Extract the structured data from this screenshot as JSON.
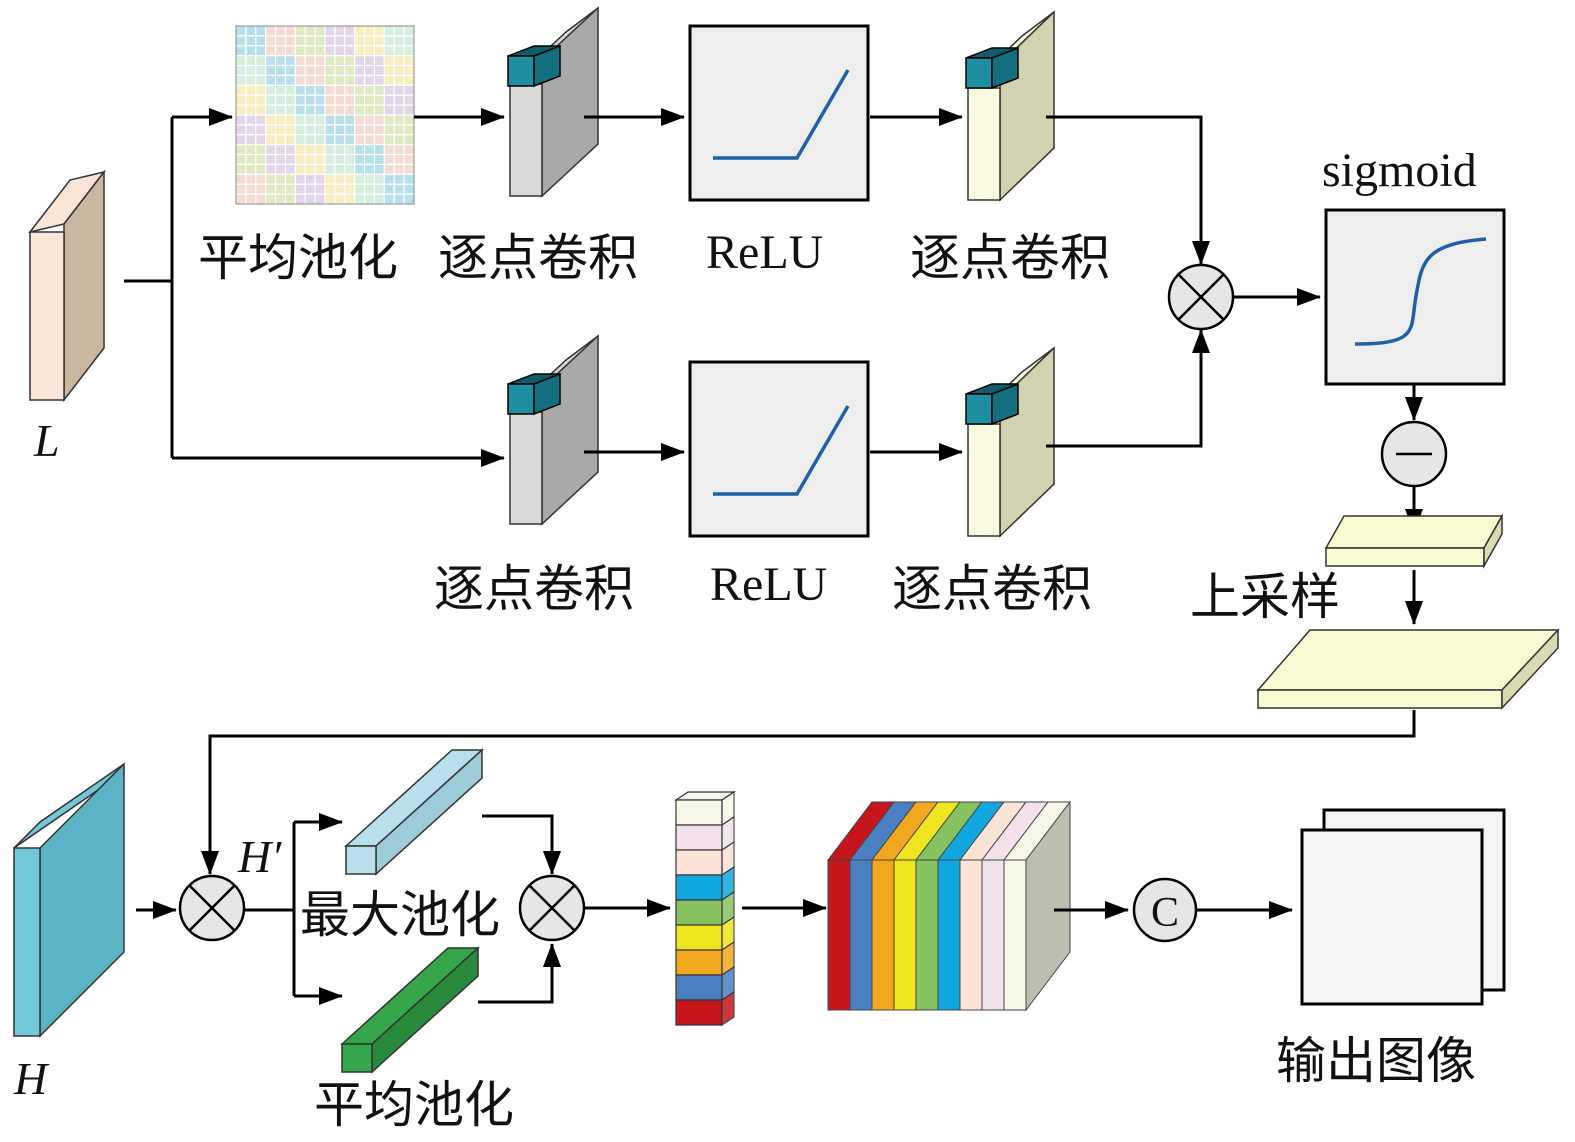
{
  "labels": {
    "input_l": "L",
    "input_h": "H",
    "h_prime": "H′",
    "top_avg_pool": "平均池化",
    "top_conv1": "逐点卷积",
    "top_relu": "ReLU",
    "top_conv2": "逐点卷积",
    "mid_conv1": "逐点卷积",
    "mid_relu": "ReLU",
    "mid_conv2": "逐点卷积",
    "sigmoid": "sigmoid",
    "upsample": "上采样",
    "max_pool": "最大池化",
    "bottom_avg_pool": "平均池化",
    "output_image": "输出图像",
    "concat_symbol": "C"
  },
  "colors": {
    "input_l_front": "#fbe5d6",
    "input_l_side": "#c8b79e",
    "input_h_front": "#72c8d8",
    "input_h_side": "#5bb4c4",
    "conv_gray_front": "#d9d9d9",
    "conv_gray_side": "#a9a9a9",
    "conv_cream_front": "#fafae0",
    "conv_cream_side": "#d2d2b0",
    "conv_teal_cube": "#1e8fa0",
    "upsample_slab": "#fafad2",
    "upsample_slab_side": "#d9d9b2",
    "max_pool_bar": "#b8e0ec",
    "avg_pool_bar": "#35a64a",
    "relu_curve": "#1f5fa8",
    "operator_fill": "#e6e6e6"
  },
  "channel_stack_colors": [
    "#f7f7e8",
    "#f4e1ec",
    "#fbe3d8",
    "#10a6df",
    "#86c260",
    "#eee520",
    "#f2a81e",
    "#4a7fc1",
    "#c4161c"
  ],
  "feature_block_colors": [
    "#c4161c",
    "#4a7fc1",
    "#f2a81e",
    "#eee520",
    "#86c260",
    "#10a6df",
    "#fbe3d8",
    "#f4e1ec",
    "#f7f7e8"
  ],
  "pool_grid_colors": [
    "#b8e0ec",
    "#f5dcd2",
    "#dfe9c2",
    "#e4d5ea",
    "#f9eec0",
    "#d5eedd"
  ],
  "icons": {
    "multiply": "circle-times-icon",
    "subtract": "circle-minus-icon",
    "concat": "circle-c-icon"
  }
}
